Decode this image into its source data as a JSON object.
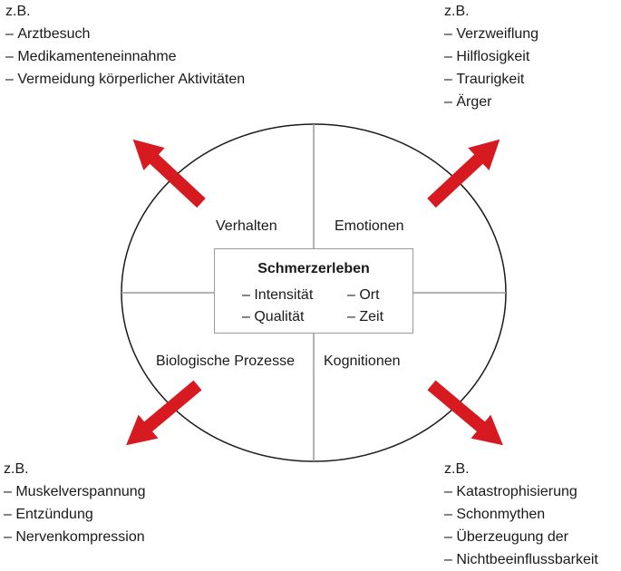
{
  "corners": {
    "top_left": {
      "heading": "z.B.",
      "items": [
        "Arztbesuch",
        "Medikamenteneinnahme",
        "Vermeidung körperlicher Aktivitäten"
      ]
    },
    "top_right": {
      "heading": "z.B.",
      "items": [
        "Verzweiflung",
        "Hilflosigkeit",
        "Traurigkeit",
        "Ärger"
      ]
    },
    "bottom_left": {
      "heading": "z.B.",
      "items": [
        "Muskelverspannung",
        "Entzündung",
        "Nervenkompression"
      ]
    },
    "bottom_right": {
      "heading": "z.B.",
      "items": [
        "Katastrophisierung",
        "Schonmythen",
        "Überzeugung der",
        "Nichtbeeinflussbarkeit"
      ]
    }
  },
  "quadrants": {
    "top_left": "Verhalten",
    "top_right": "Emotionen",
    "bottom_left": "Biologische Prozesse",
    "bottom_right": "Kognitionen"
  },
  "center": {
    "title": "Schmerzerleben",
    "items": [
      "Intensität",
      "Ort",
      "Qualität",
      "Zeit"
    ]
  },
  "colors": {
    "arrow": "#d71920",
    "outline": "#1a1a1a",
    "divider": "#9a9a9a"
  }
}
